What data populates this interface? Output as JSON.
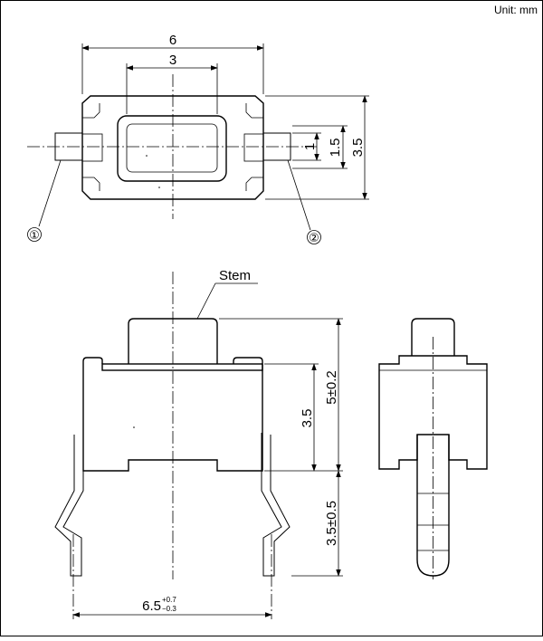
{
  "unit_label": "Unit: mm",
  "top_view": {
    "dim_width": "6",
    "dim_stem_width": "3",
    "dim_terminal": "1",
    "dim_terminal_pitch": "1.5",
    "dim_height": "3.5",
    "callout_1": "①",
    "callout_2": "②"
  },
  "front_view": {
    "stem_label": "Stem",
    "dim_body_height": "3.5",
    "dim_total_height": "5±0.2",
    "dim_leg_length": "3.5±0.5",
    "dim_leg_span_base": "6.5",
    "dim_leg_span_tol_upper": "+0.7",
    "dim_leg_span_tol_lower": "−0.3"
  }
}
